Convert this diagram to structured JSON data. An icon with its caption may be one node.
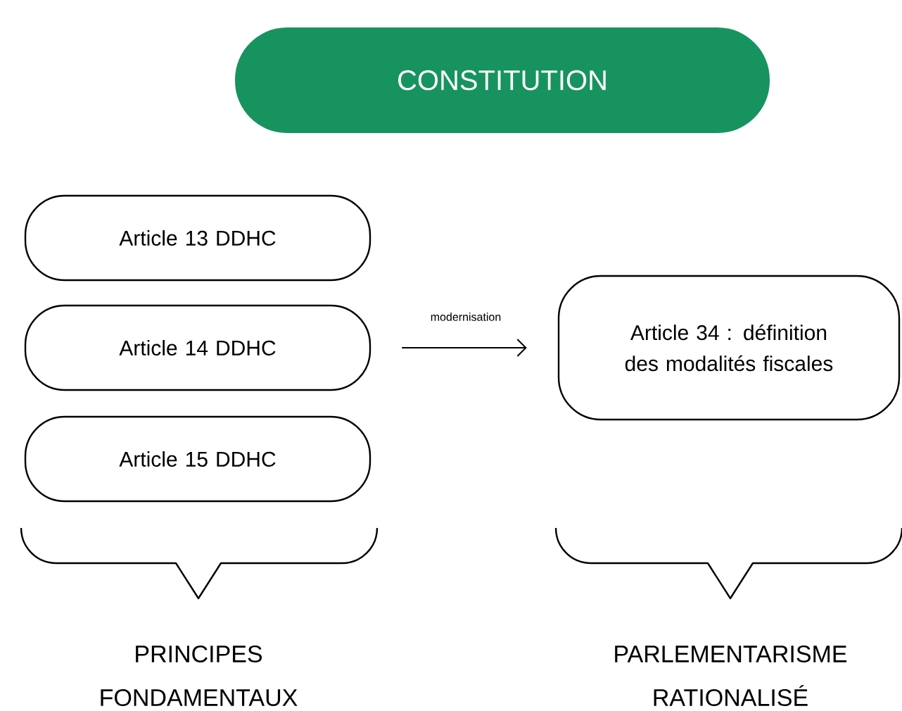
{
  "diagram": {
    "nodes": [
      {
        "text": [
          "CONSTITUTION"
        ]
      },
      {
        "text": [
          "Article 13 DDHC"
        ]
      },
      {
        "text": [
          "Article 14 DDHC"
        ]
      },
      {
        "text": [
          "Article 15 DDHC"
        ]
      },
      {
        "text": [
          "Article 34 : définition des modalités fiscales"
        ]
      }
    ],
    "edges": [
      {
        "from": 2,
        "to": 4,
        "arrow": "to",
        "label": "modernisation"
      }
    ],
    "labels": [
      "PRINCIPES FONDAMENTAUX",
      "PARLEMENTARISME RATIONALISÉ"
    ]
  }
}
